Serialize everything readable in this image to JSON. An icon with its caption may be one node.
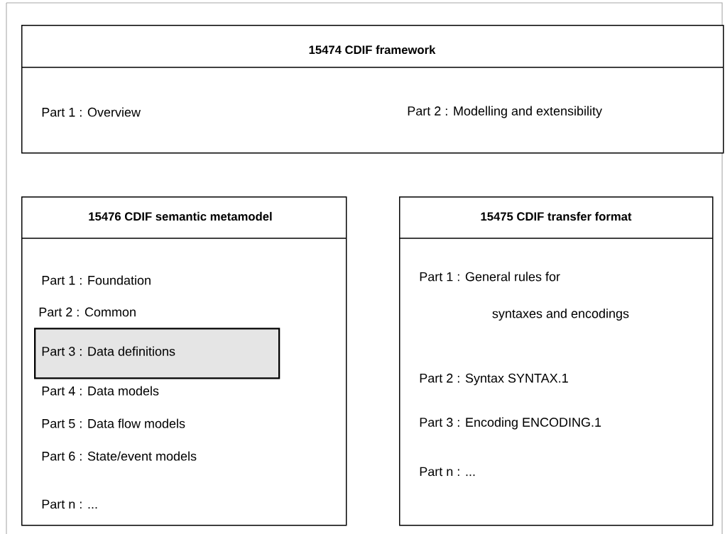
{
  "diagram": {
    "nodes": [
      {
        "text": [
          "15474 CDIF framework",
          "Part 1 : Overview",
          "Part 2 : Modelling and extensibility"
        ]
      },
      {
        "text": [
          "15476 CDIF semantic metamodel",
          "Part 1 : Foundation",
          "Part 2 : Common",
          "Part 4 : Data models",
          "Part 5 : Data flow models",
          "Part 6 : State/event models",
          "Part n : ..."
        ]
      },
      {
        "text": [
          "Part 3 : Data definitions"
        ],
        "in": 1
      },
      {
        "text": [
          "15475 CDIF transfer format",
          "Part 1 : General rules for syntaxes and encodings",
          "Part 2 : Syntax SYNTAX.1",
          "Part 3 : Encoding ENCODING.1",
          "Part n : ..."
        ]
      }
    ]
  }
}
